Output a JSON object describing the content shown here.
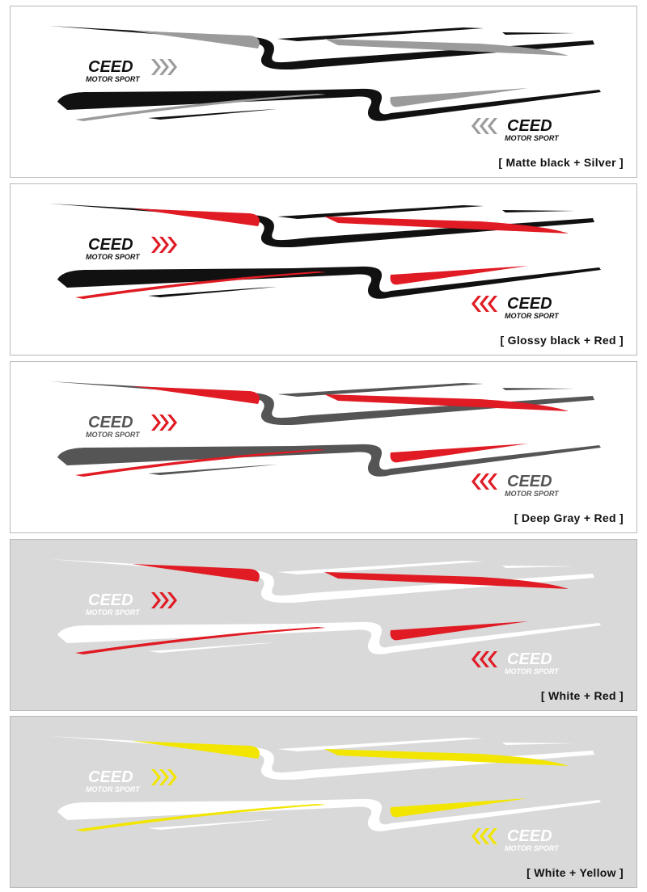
{
  "brand": {
    "name": "CEED",
    "tagline": "MOTOR SPORT"
  },
  "variants": [
    {
      "label": "[ Matte black + Silver ]",
      "base": "#111111",
      "accent": "#9b9b9b",
      "bg": "#ffffff",
      "logo_text": "#111111",
      "chevron": "#9b9b9b"
    },
    {
      "label": "[ Glossy black + Red ]",
      "base": "#111111",
      "accent": "#e01b24",
      "bg": "#ffffff",
      "logo_text": "#111111",
      "chevron": "#e01b24"
    },
    {
      "label": "[ Deep Gray + Red ]",
      "base": "#555555",
      "accent": "#e01b24",
      "bg": "#ffffff",
      "logo_text": "#555555",
      "chevron": "#e01b24"
    },
    {
      "label": "[ White + Red ]",
      "base": "#ffffff",
      "accent": "#e01b24",
      "bg": "#d9d9d9",
      "logo_text": "#ffffff",
      "chevron": "#e01b24"
    },
    {
      "label": "[ White + Yellow ]",
      "base": "#ffffff",
      "accent": "#f2e600",
      "bg": "#d9d9d9",
      "logo_text": "#ffffff",
      "chevron": "#f2e600"
    }
  ]
}
